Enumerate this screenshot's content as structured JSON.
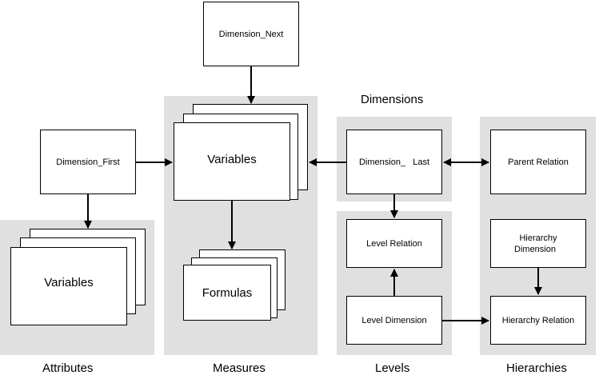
{
  "nodes": {
    "dimension_next": "Dimension_Next",
    "dimension_first": "Dimension_First",
    "dimension_last": "Dimension_   Last",
    "measures_variables": "Variables",
    "attributes_variables": "Variables",
    "formulas": "Formulas",
    "parent_relation": "Parent Relation",
    "level_relation": "Level Relation",
    "level_dimension": "Level Dimension",
    "hierarchy_dimension_line1": "Hierarchy",
    "hierarchy_dimension_line2": "Dimension",
    "hierarchy_relation": "Hierarchy Relation"
  },
  "labels": {
    "dimensions": "Dimensions",
    "attributes": "Attributes",
    "measures": "Measures",
    "levels": "Levels",
    "hierarchies": "Hierarchies"
  },
  "colors": {
    "region": "#e0e0e0",
    "box": "#ffffff",
    "stroke": "#000000"
  }
}
